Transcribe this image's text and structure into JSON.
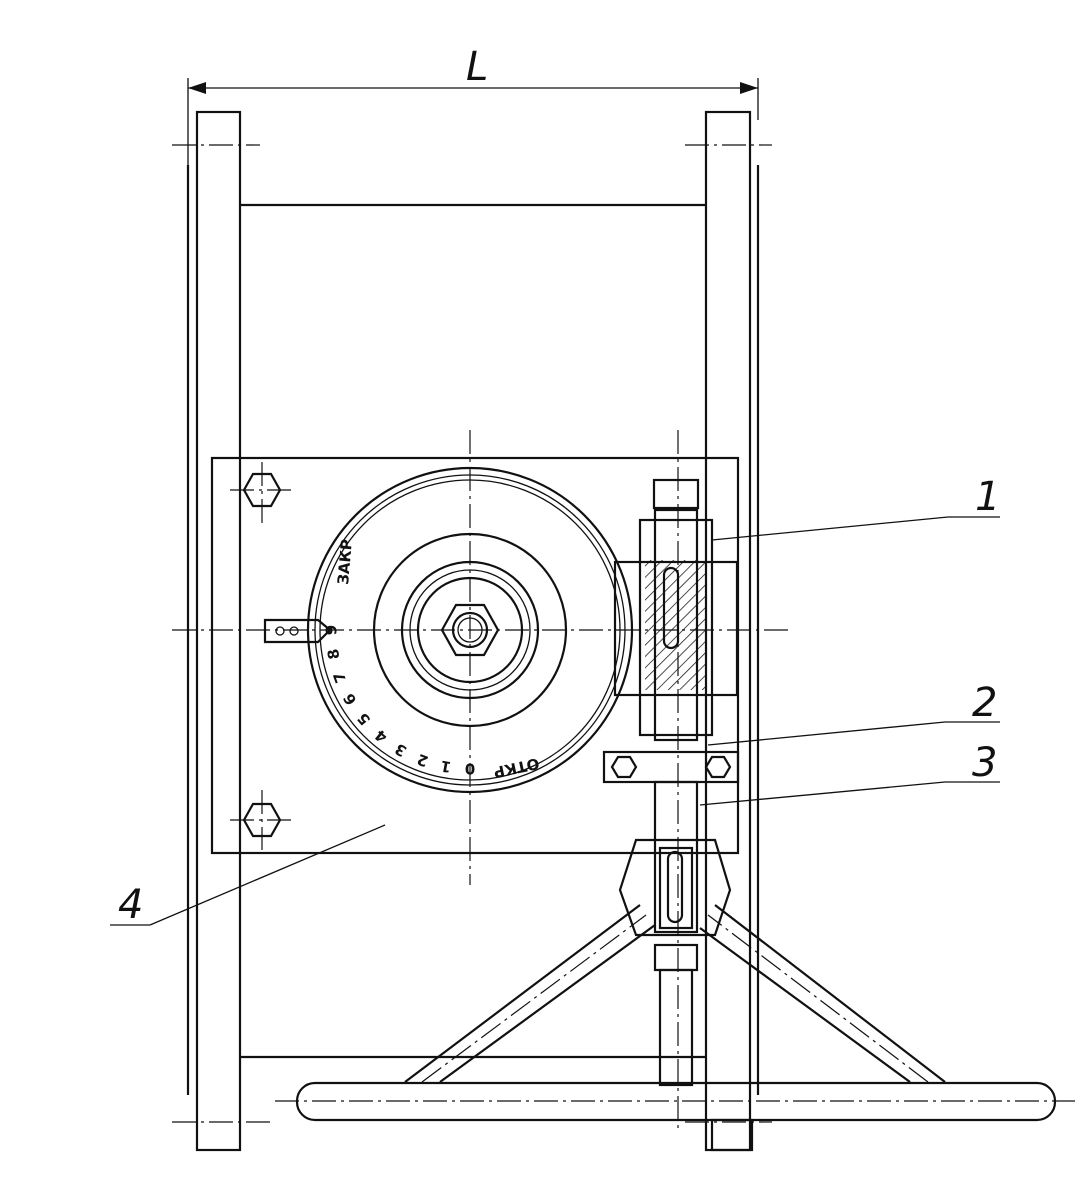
{
  "dimension": {
    "label": "L"
  },
  "callouts": [
    {
      "number": "1"
    },
    {
      "number": "2"
    },
    {
      "number": "3"
    },
    {
      "number": "4"
    }
  ],
  "dial": {
    "closed_label": "ЗАКР",
    "open_label": "ОТКР",
    "scale": [
      "0",
      "1",
      "2",
      "3",
      "4",
      "5",
      "6",
      "7",
      "8",
      "9"
    ]
  }
}
